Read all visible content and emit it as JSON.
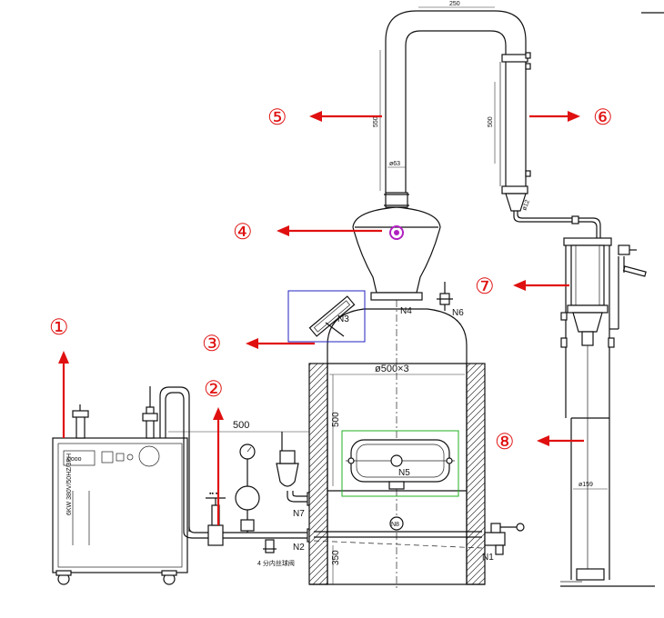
{
  "callouts": [
    "①",
    "②",
    "③",
    "④",
    "⑤",
    "⑥",
    "⑦",
    "⑧"
  ],
  "nozzles": {
    "n1": "N1",
    "n2": "N2",
    "n3": "N3",
    "n4": "N4",
    "n5": "N5",
    "n6": "N6",
    "n7": "N7",
    "n8": "N8"
  },
  "dimensions": {
    "top_span": "250",
    "left_riser": "550",
    "right_drop": "500",
    "pipe_dia": "ø63",
    "small_pipe": "ø12",
    "pot_diameter": "ø500×3",
    "pot_height": "500",
    "steam_line": "500",
    "base_height": "350",
    "column_dia": "ø159"
  },
  "generator_panel": "6KW 380V/50HZ/3PH",
  "valve_note": "4 分内丝球阀",
  "colors": {
    "arrow": "#e01010",
    "n3_box": "#2020c0",
    "n5_box": "#20b020",
    "n8_marker": "#b020c0"
  }
}
